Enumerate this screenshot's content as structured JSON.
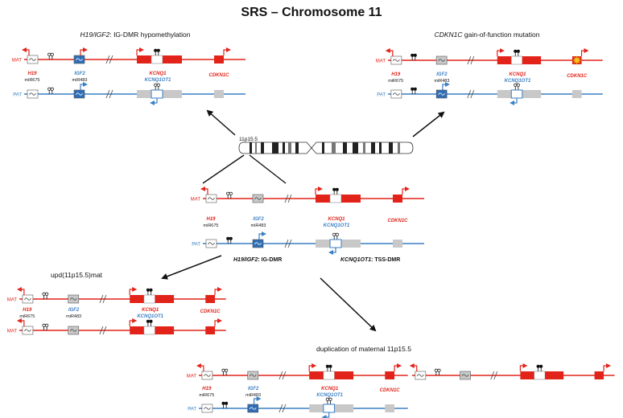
{
  "title": "SRS – Chromosome 11",
  "panels": {
    "top_left": {
      "heading_gene": "H19/IGF2",
      "heading_rest": ": IG-DMR hypomethylation"
    },
    "top_right": {
      "heading_gene": "CDKN1C",
      "heading_rest": " gain-of-function mutation"
    },
    "mid_left": {
      "heading": "upd(11p15.5)mat"
    },
    "bottom": {
      "heading": "duplication of maternal 11p15.5"
    }
  },
  "chromosome": {
    "band_label": "11p15.5"
  },
  "labels": {
    "mat": "MAT",
    "pat": "PAT",
    "h19": "H19",
    "mir675": "miR675",
    "igf2": "IGF2",
    "mir483": "miR483",
    "kcnq1": "KCNQ1",
    "kcnq1ot1": "KCNQ1OT1",
    "cdkn1c": "CDKN1C"
  },
  "center": {
    "dmr1_gene": "H19/IGF2",
    "dmr1_rest": ": IG-DMR",
    "dmr2_gene": "KCNQ1OT1",
    "dmr2_rest": ": TSS-DMR"
  },
  "colors": {
    "maternal": "#e2231a",
    "paternal": "#3a7fc4",
    "igf2_expressed": "#2f6db5",
    "silenced": "#c8c8c8",
    "mutation_star": "#f7c21b"
  }
}
